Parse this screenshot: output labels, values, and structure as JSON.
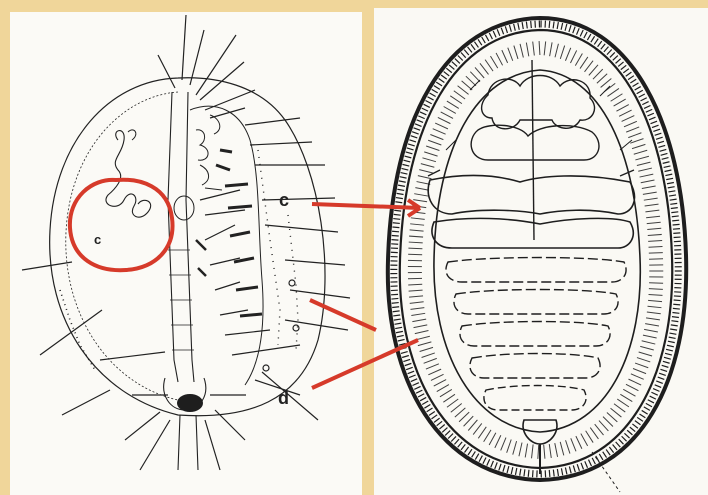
{
  "labels": {
    "c_small": "c",
    "c_large": "c",
    "d": "d"
  },
  "colors": {
    "background": "#f0d69a",
    "highlight": "#d63a2a",
    "ink": "#1e1e1e"
  }
}
